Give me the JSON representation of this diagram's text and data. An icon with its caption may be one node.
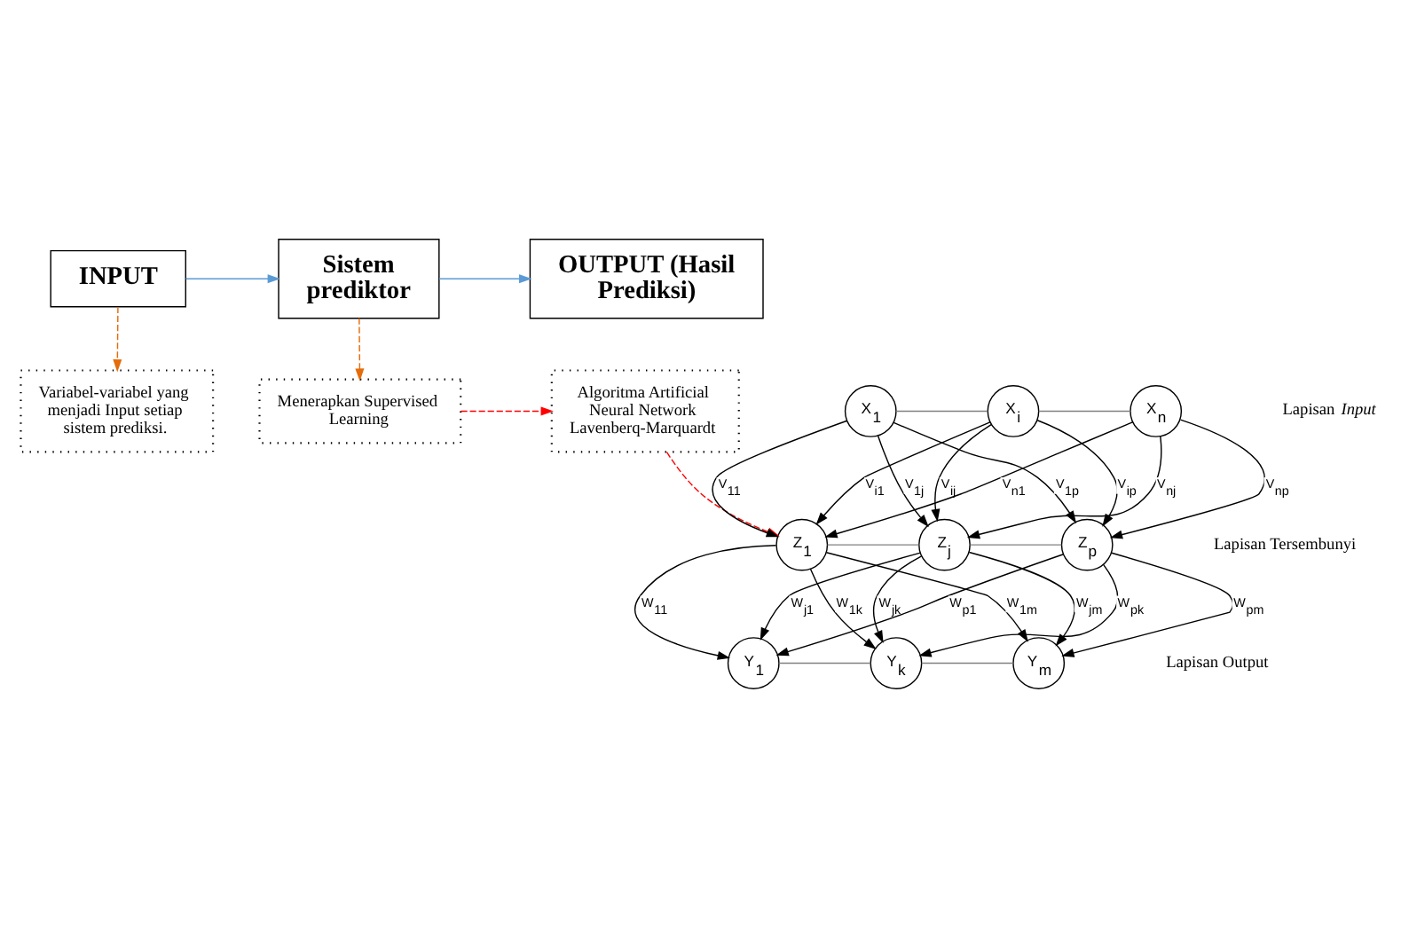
{
  "diagram": {
    "nodes": [
      {
        "text": [
          "INPUT"
        ]
      },
      {
        "text": [
          "Sistem prediktor"
        ]
      },
      {
        "text": [
          "OUTPUT (Hasil Prediksi)"
        ]
      },
      {
        "text": [
          "Variabel-variabel yang menjadi Input setiap sistem prediksi."
        ]
      },
      {
        "text": [
          "Menerapkan Supervised Learning"
        ]
      },
      {
        "text": [
          "Algoritma Artificial Neural Network Lavenberq-Marquardt"
        ]
      },
      {
        "text": [
          "X$_{1}$"
        ]
      },
      {
        "text": [
          "X$_{i}$"
        ]
      },
      {
        "text": [
          "X$_{n}$"
        ]
      },
      {
        "text": [
          "Z$_{1}$"
        ]
      },
      {
        "text": [
          "Z$_{j}$"
        ]
      },
      {
        "text": [
          "Z$_{p}$"
        ]
      },
      {
        "text": [
          "Y$_{1}$"
        ]
      },
      {
        "text": [
          "Y$_{k}$"
        ]
      },
      {
        "text": [
          "Y$_{m}$"
        ]
      }
    ],
    "edges": [
      {
        "from": 0,
        "to": 1,
        "arrow": "to",
        "color": "#5b9bd5"
      },
      {
        "from": 1,
        "to": 2,
        "arrow": "to",
        "color": "#5b9bd5"
      },
      {
        "from": 0,
        "to": 3,
        "arrow": "to",
        "style": "dashed",
        "color": "#e46c0a"
      },
      {
        "from": 1,
        "to": 4,
        "arrow": "to",
        "style": "dashed",
        "color": "#e46c0a"
      },
      {
        "from": 4,
        "to": 5,
        "arrow": "to",
        "style": "dashed",
        "color": "#ff0000"
      },
      {
        "from": 5,
        "to": 9,
        "arrow": "to",
        "style": "dashed",
        "color": "#ff0000"
      },
      {
        "from": 6,
        "to": 7,
        "arrow": "none",
        "color": "#808080"
      },
      {
        "from": 7,
        "to": 8,
        "arrow": "none",
        "color": "#808080"
      },
      {
        "from": 9,
        "to": 10,
        "arrow": "none",
        "color": "#808080"
      },
      {
        "from": 10,
        "to": 11,
        "arrow": "none",
        "color": "#808080"
      },
      {
        "from": 12,
        "to": 13,
        "arrow": "none",
        "color": "#808080"
      },
      {
        "from": 13,
        "to": 14,
        "arrow": "none",
        "color": "#808080"
      },
      {
        "from": 6,
        "to": 9,
        "arrow": "to",
        "label": "V$_{11}$"
      },
      {
        "from": 6,
        "to": 10,
        "arrow": "to",
        "label": "V$_{1j}$"
      },
      {
        "from": 6,
        "to": 11,
        "arrow": "to",
        "label": "V$_{1p}$"
      },
      {
        "from": 7,
        "to": 9,
        "arrow": "to",
        "label": "V$_{i1}$"
      },
      {
        "from": 7,
        "to": 10,
        "arrow": "to",
        "label": "V$_{ij}$"
      },
      {
        "from": 7,
        "to": 11,
        "arrow": "to",
        "label": "V$_{ip}$"
      },
      {
        "from": 8,
        "to": 9,
        "arrow": "to",
        "label": "V$_{n1}$"
      },
      {
        "from": 8,
        "to": 10,
        "arrow": "to",
        "label": "V$_{nj}$"
      },
      {
        "from": 8,
        "to": 11,
        "arrow": "to",
        "label": "V$_{np}$"
      },
      {
        "from": 9,
        "to": 12,
        "arrow": "to",
        "label": "W$_{11}$"
      },
      {
        "from": 9,
        "to": 13,
        "arrow": "to",
        "label": "W$_{1k}$"
      },
      {
        "from": 9,
        "to": 14,
        "arrow": "to",
        "label": "W$_{1m}$"
      },
      {
        "from": 10,
        "to": 12,
        "arrow": "to",
        "label": "W$_{j1}$"
      },
      {
        "from": 10,
        "to": 13,
        "arrow": "to",
        "label": "W$_{jk}$"
      },
      {
        "from": 10,
        "to": 14,
        "arrow": "to",
        "label": "W$_{jm}$"
      },
      {
        "from": 11,
        "to": 12,
        "arrow": "to",
        "label": "W$_{p1}$"
      },
      {
        "from": 11,
        "to": 13,
        "arrow": "to",
        "label": "W$_{pk}$"
      },
      {
        "from": 11,
        "to": 14,
        "arrow": "to",
        "label": "W$_{pm}$"
      }
    ],
    "labels": [
      "Lapisan *Input*",
      "Lapisan Tersembunyi",
      "Lapisan Output"
    ]
  }
}
